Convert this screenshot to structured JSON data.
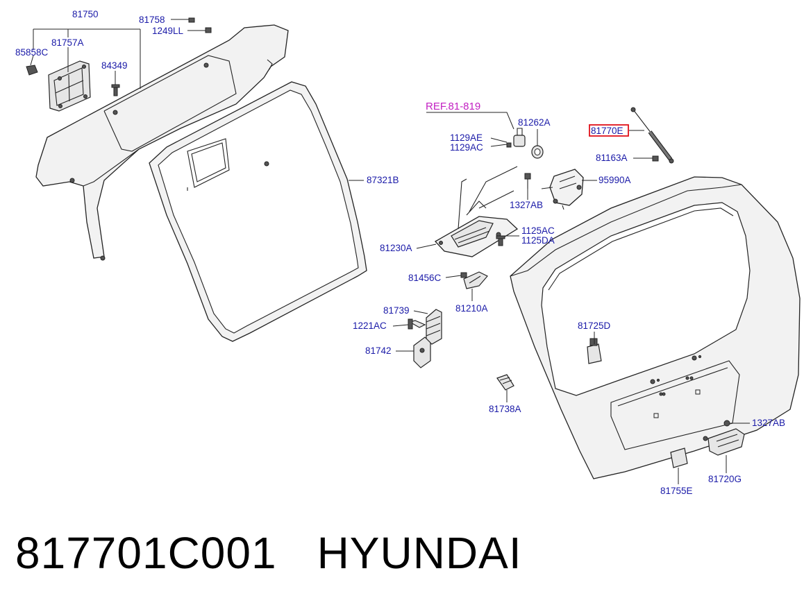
{
  "diagram": {
    "ref_label": "REF.81-819",
    "highlight_color": "#e0101a",
    "label_color": "#1a1aa8",
    "ref_color": "#c21fc2",
    "labels": {
      "p81750": "81750",
      "p81758": "81758",
      "p1249LL": "1249LL",
      "p85858C": "85858C",
      "p81757A": "81757A",
      "p84349": "84349",
      "p87321B": "87321B",
      "p81262A": "81262A",
      "p81770E": "81770E",
      "p1129AE": "1129AE",
      "p1129AC": "1129AC",
      "p81163A": "81163A",
      "p95990A": "95990A",
      "p1327AB_upper": "1327AB",
      "p1125AC": "1125AC",
      "p1125DA": "1125DA",
      "p81230A": "81230A",
      "p81456C": "81456C",
      "p81210A": "81210A",
      "p81739": "81739",
      "p1221AC": "1221AC",
      "p81742": "81742",
      "p81725D": "81725D",
      "p81738A": "81738A",
      "p1327AB_lower": "1327AB",
      "p81720G": "81720G",
      "p81755E": "81755E"
    }
  },
  "footer": {
    "part_number": "817701C001",
    "brand": "HYUNDAI"
  }
}
